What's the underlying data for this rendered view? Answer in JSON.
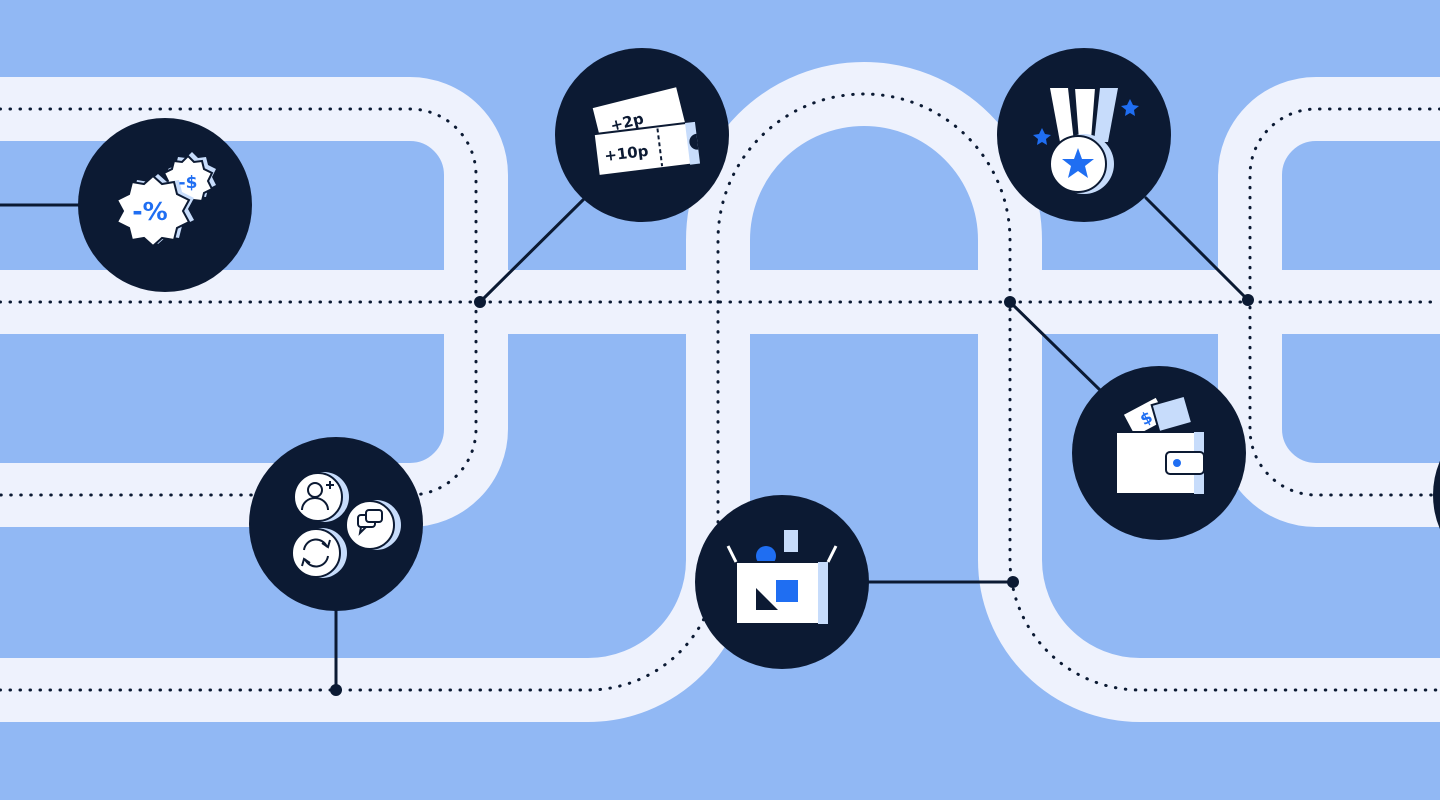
{
  "colors": {
    "background": "#91b8f4",
    "road": "#eef2fd",
    "node": "#0c1a33",
    "accent": "#1f6ef2",
    "light_accent": "#c7dcfb",
    "icon_fill": "#ffffff"
  },
  "badges": {
    "discount_percent": "-%",
    "discount_dollar": "-$",
    "ticket_back": "+2p",
    "ticket_front": "+10p",
    "cash_symbol": "$"
  },
  "nodes": [
    {
      "name": "discount-badges-node",
      "icon": "discount-badges-icon"
    },
    {
      "name": "loyalty-tickets-node",
      "icon": "points-tickets-icon"
    },
    {
      "name": "achievement-medal-node",
      "icon": "medal-icon"
    },
    {
      "name": "community-actions-node",
      "icon": "user-chat-refresh-icon"
    },
    {
      "name": "product-box-node",
      "icon": "open-box-icon"
    },
    {
      "name": "cashback-wallet-node",
      "icon": "wallet-icon"
    }
  ]
}
